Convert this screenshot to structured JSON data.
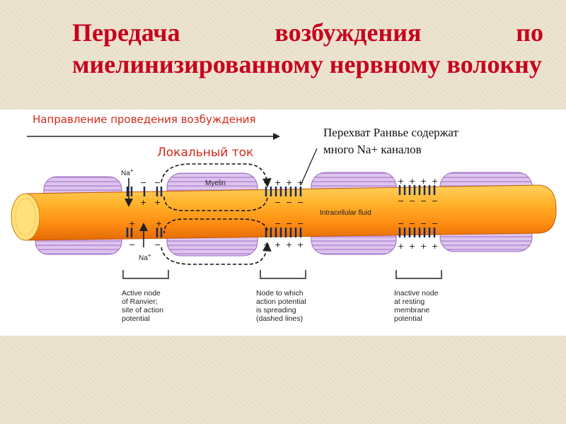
{
  "title": "Передача возбуждения по миелинизированному нервному волокну",
  "direction_label": "Направление проведения возбуждения",
  "local_current_label": "Локальный ток",
  "ranvier_note": [
    "Перехват Ранвье содержат",
    "много Na+ каналов"
  ],
  "diagram": {
    "myelin_label": "Myelin",
    "intracellular_label": "Intracellular fluid",
    "na_top": "Na",
    "na_bottom": "Na",
    "na_sup": "+",
    "captions": {
      "active": [
        "Active node",
        "of Ranvier;",
        "site of action",
        "potential"
      ],
      "spreading": [
        "Node to which",
        "action potential",
        "is spreading",
        "(dashed lines)"
      ],
      "inactive": [
        "Inactive node",
        "at resting",
        "membrane",
        "potential"
      ]
    }
  },
  "colors": {
    "title": "#c8001e",
    "accent_text": "#d42a1a",
    "axon": "#ff9a1a",
    "myelin": "#c79be0",
    "background": "#ebe2cd"
  }
}
